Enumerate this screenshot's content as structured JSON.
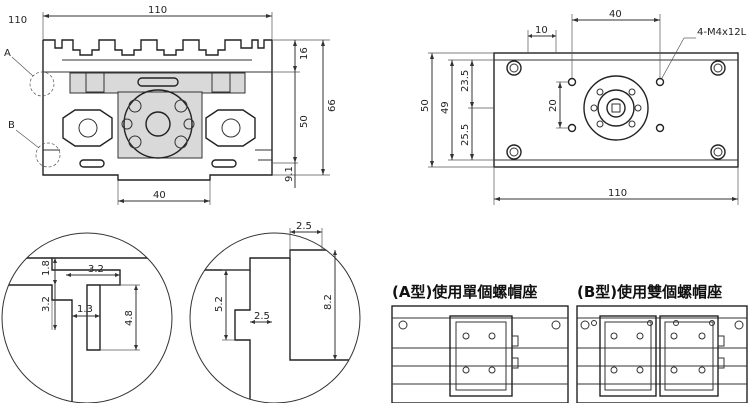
{
  "front_view": {
    "width_total": "110",
    "width_left": "110",
    "height_top": "16",
    "height_total": "66",
    "height_mid": "50",
    "height_bottom": "9.1",
    "width_bottom": "40",
    "label_a": "A",
    "label_b": "B"
  },
  "top_view": {
    "spacing_40": "40",
    "offset_10": "10",
    "thread": "4-M4x12L",
    "height_50": "50",
    "height_49": "49",
    "dim_23_5": "23.5",
    "dim_25_5": "25.5",
    "dim_20": "20",
    "width_110": "110"
  },
  "detail_a": {
    "w_3_2": "3.2",
    "h_1_8": "1.8",
    "h_3_2": "3.2",
    "w_1_3": "1.3",
    "h_4_8": "4.8"
  },
  "detail_b": {
    "w_top": "2.5",
    "h_left": "5.2",
    "w_bottom": "2.5",
    "h_right": "8.2"
  },
  "captions": {
    "type_a": "(A型)使用單個螺帽座",
    "type_b": "(B型)使用雙個螺帽座"
  }
}
